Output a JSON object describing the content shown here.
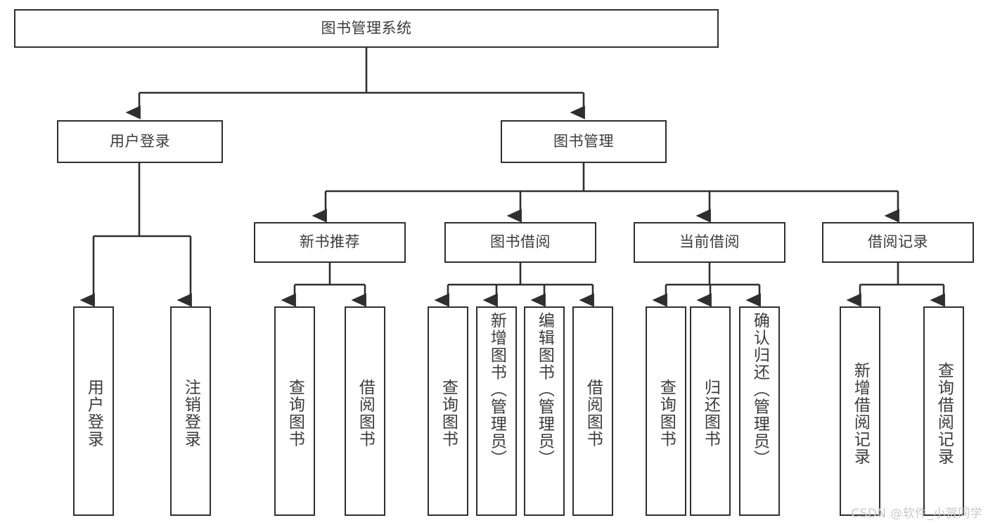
{
  "diagram": {
    "type": "hierarchy-tree",
    "title": "图书管理系统",
    "watermark": "CSDN @软件_小贺同学",
    "colors": {
      "stroke": "#2f2f2f",
      "text": "#3b3b3b",
      "background": "#ffffff",
      "watermark": "#c9c9c9"
    },
    "nodes": {
      "root": {
        "label": "图书管理系统",
        "orientation": "horizontal"
      },
      "level2": [
        {
          "label": "用户登录",
          "orientation": "horizontal"
        },
        {
          "label": "图书管理",
          "orientation": "horizontal"
        }
      ],
      "level3": [
        {
          "label": "新书推荐",
          "orientation": "horizontal"
        },
        {
          "label": "图书借阅",
          "orientation": "horizontal"
        },
        {
          "label": "当前借阅",
          "orientation": "horizontal"
        },
        {
          "label": "借阅记录",
          "orientation": "horizontal"
        }
      ],
      "leaves": {
        "user_login": [
          {
            "label": "用户登录",
            "orientation": "vertical"
          },
          {
            "label": "注销登录",
            "orientation": "vertical"
          }
        ],
        "new_book_recommend": [
          {
            "label": "查询图书",
            "orientation": "vertical"
          },
          {
            "label": "借阅图书",
            "orientation": "vertical"
          }
        ],
        "book_borrow": [
          {
            "label": "查询图书",
            "orientation": "vertical"
          },
          {
            "label": "新增图书（管理员）",
            "orientation": "vertical"
          },
          {
            "label": "编辑图书（管理员）",
            "orientation": "vertical"
          },
          {
            "label": "借阅图书",
            "orientation": "vertical"
          }
        ],
        "current_borrow": [
          {
            "label": "查询图书",
            "orientation": "vertical"
          },
          {
            "label": "归还图书",
            "orientation": "vertical"
          },
          {
            "label": "确认归还（管理员）",
            "orientation": "vertical"
          }
        ],
        "borrow_record": [
          {
            "label": "新增借阅记录",
            "orientation": "vertical"
          },
          {
            "label": "查询借阅记录",
            "orientation": "vertical"
          }
        ]
      }
    }
  }
}
